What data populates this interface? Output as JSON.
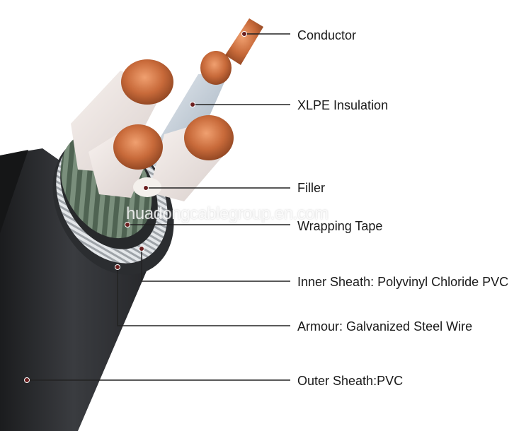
{
  "labels": {
    "conductor": "Conductor",
    "xlpe_insulation": "XLPE Insulation",
    "filler": "Filler",
    "wrapping_tape": "Wrapping Tape",
    "inner_sheath": "Inner Sheath: Polyvinyl Chloride PVC",
    "armour": "Armour: Galvanized Steel Wire",
    "outer_sheath": "Outer Sheath:PVC"
  },
  "watermark": "huadongcablegroup.en.com",
  "colors": {
    "copper": "#c86a3a",
    "outer_sheath": "#2e3033",
    "insulation": "#eadfd8",
    "wrapping_tape": "#5c6f5e",
    "armour": "#b8bcc0",
    "leader_line": "#222222"
  }
}
